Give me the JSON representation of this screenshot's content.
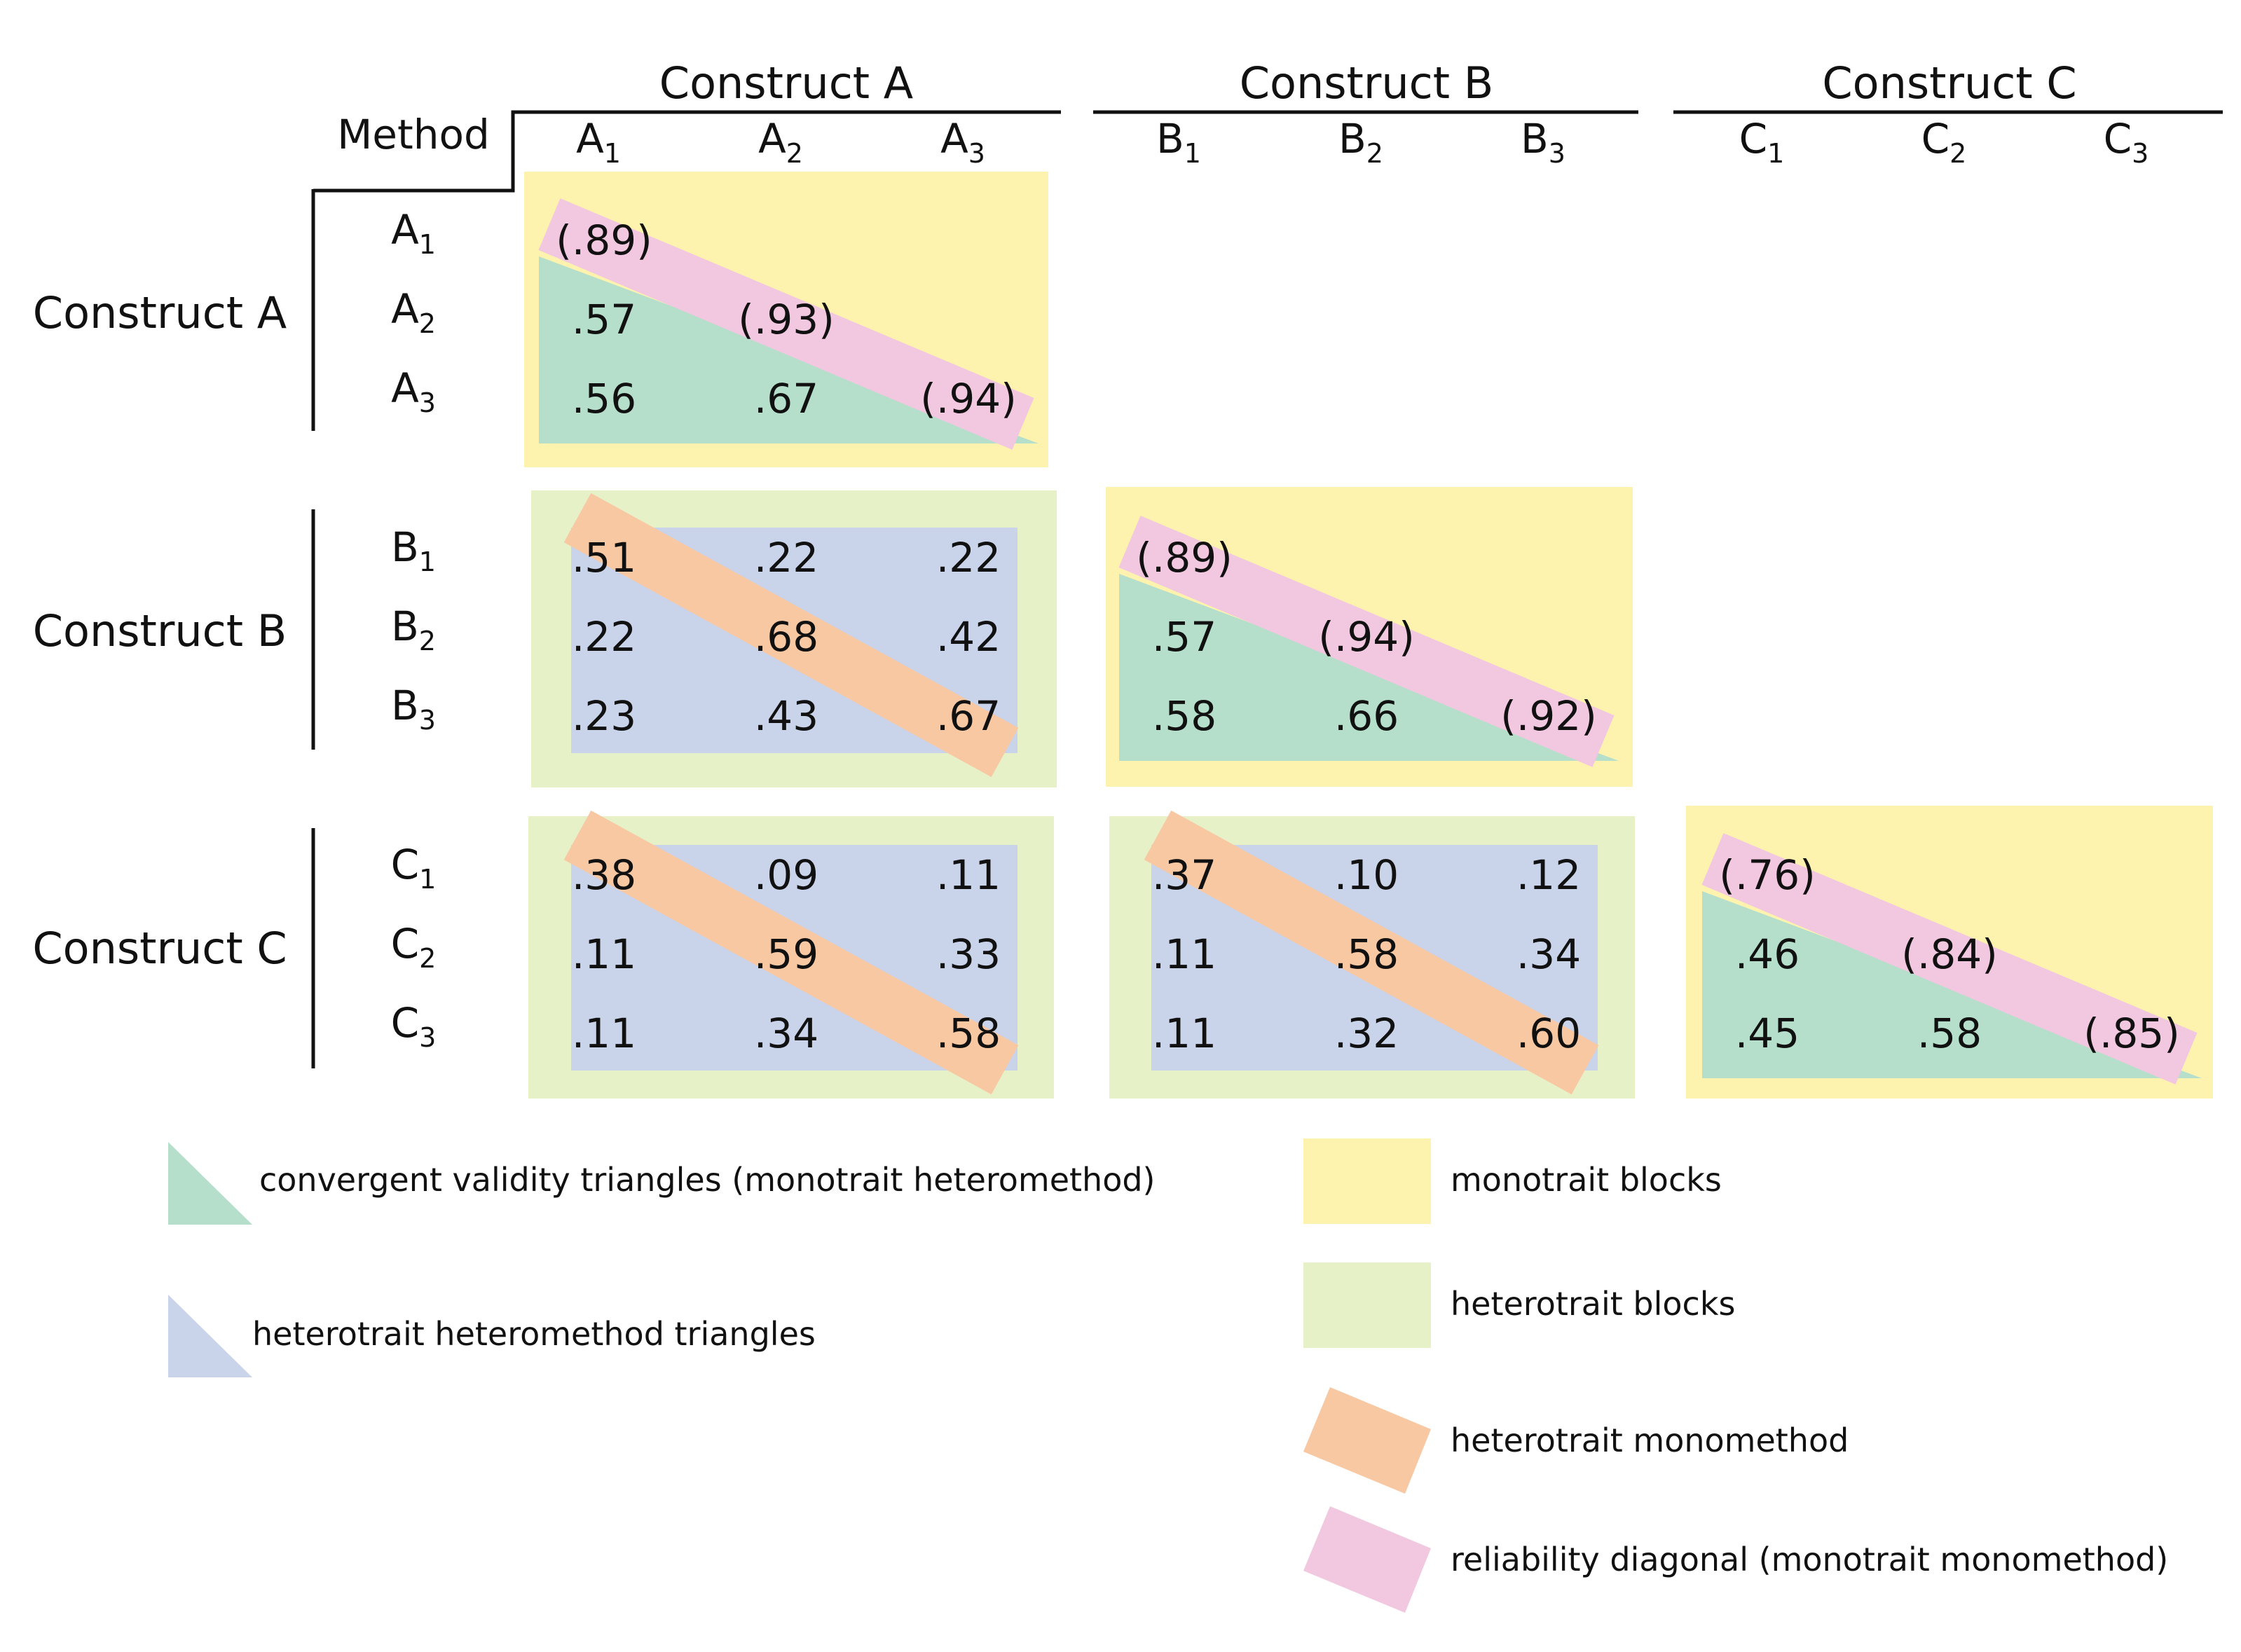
{
  "colors": {
    "monotrait_block": "#FDF2AE",
    "heterotrait_block": "#E6F1C8",
    "convergent_triangle": "#B5DFCB",
    "heterotrait_heteromethod_triangle": "#C9D3E9",
    "heterotrait_monomethod_band": "#F8C8A3",
    "reliability_band": "#F2C7E0"
  },
  "header": {
    "method": "Method"
  },
  "constructs": [
    {
      "name": "Construct A",
      "methods": [
        {
          "base": "A",
          "sub": "1"
        },
        {
          "base": "A",
          "sub": "2"
        },
        {
          "base": "A",
          "sub": "3"
        }
      ]
    },
    {
      "name": "Construct B",
      "methods": [
        {
          "base": "B",
          "sub": "1"
        },
        {
          "base": "B",
          "sub": "2"
        },
        {
          "base": "B",
          "sub": "3"
        }
      ]
    },
    {
      "name": "Construct C",
      "methods": [
        {
          "base": "C",
          "sub": "1"
        },
        {
          "base": "C",
          "sub": "2"
        },
        {
          "base": "C",
          "sub": "3"
        }
      ]
    }
  ],
  "blocks": [
    {
      "id": "AA",
      "row": 0,
      "col": 0,
      "kind": "monotrait",
      "cells": [
        [
          "(.89)",
          "",
          ""
        ],
        [
          ".57",
          "(.93)",
          ""
        ],
        [
          ".56",
          ".67",
          "(.94)"
        ]
      ]
    },
    {
      "id": "BA",
      "row": 1,
      "col": 0,
      "kind": "heterotrait",
      "cells": [
        [
          ".51",
          ".22",
          ".22"
        ],
        [
          ".22",
          ".68",
          ".42"
        ],
        [
          ".23",
          ".43",
          ".67"
        ]
      ]
    },
    {
      "id": "BB",
      "row": 1,
      "col": 1,
      "kind": "monotrait",
      "cells": [
        [
          "(.89)",
          "",
          ""
        ],
        [
          ".57",
          "(.94)",
          ""
        ],
        [
          ".58",
          ".66",
          "(.92)"
        ]
      ]
    },
    {
      "id": "CA",
      "row": 2,
      "col": 0,
      "kind": "heterotrait",
      "cells": [
        [
          ".38",
          ".09",
          ".11"
        ],
        [
          ".11",
          ".59",
          ".33"
        ],
        [
          ".11",
          ".34",
          ".58"
        ]
      ]
    },
    {
      "id": "CB",
      "row": 2,
      "col": 1,
      "kind": "heterotrait",
      "cells": [
        [
          ".37",
          ".10",
          ".12"
        ],
        [
          ".11",
          ".58",
          ".34"
        ],
        [
          ".11",
          ".32",
          ".60"
        ]
      ]
    },
    {
      "id": "CC",
      "row": 2,
      "col": 2,
      "kind": "monotrait",
      "cells": [
        [
          "(.76)",
          "",
          ""
        ],
        [
          ".46",
          "(.84)",
          ""
        ],
        [
          ".45",
          ".58",
          "(.85)"
        ]
      ]
    }
  ],
  "legend": {
    "convergent": "convergent validity triangles (monotrait heteromethod)",
    "heterotrait_heteromethod": "heterotrait heteromethod triangles",
    "monotrait_blocks": "monotrait blocks",
    "heterotrait_blocks": "heterotrait blocks",
    "heterotrait_monomethod": "heterotrait monomethod",
    "reliability": "reliability diagonal (monotrait monomethod)"
  }
}
